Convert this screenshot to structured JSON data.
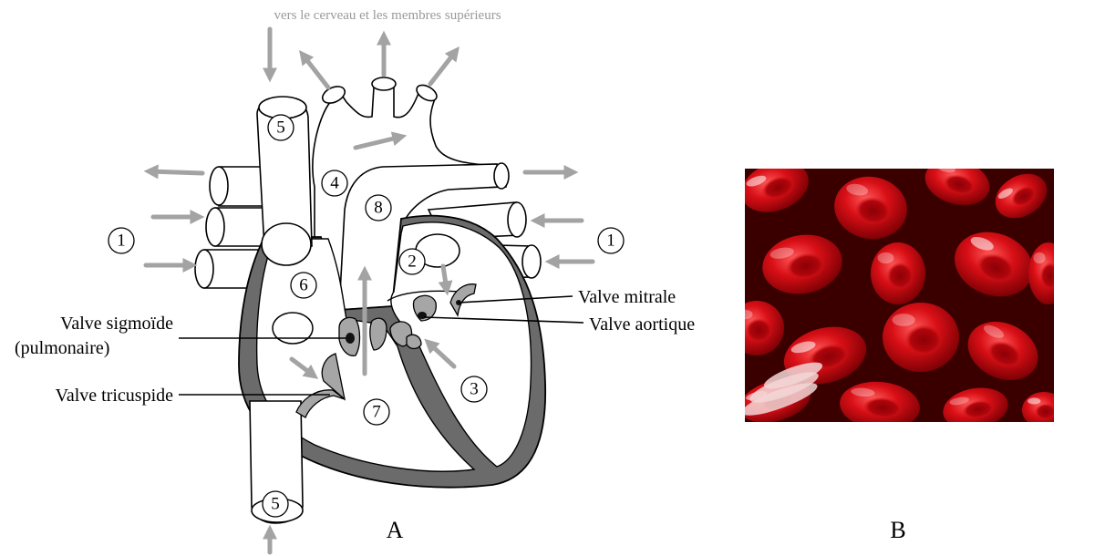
{
  "diagram": {
    "top_note": "vers le cerveau et les membres supérieurs",
    "numbers": {
      "n1_left": "1",
      "n1_right": "1",
      "n2": "2",
      "n3": "3",
      "n4": "4",
      "n5_top": "5",
      "n5_bottom": "5",
      "n6": "6",
      "n7": "7",
      "n8": "8"
    },
    "labels": {
      "valve_sigmoide_1": "Valve sigmoïde",
      "valve_sigmoide_2": "(pulmonaire)",
      "valve_tricuspide": "Valve tricuspide",
      "valve_mitrale": "Valve mitrale",
      "valve_aortique": "Valve aortique"
    },
    "panel_a": "A",
    "panel_b": "B"
  },
  "colors": {
    "outline": "#000000",
    "wall": "#666666",
    "valve": "#a6a6a6",
    "arrow": "#a3a3a3",
    "blood_dark": "#4a0000",
    "blood_cell": "#cc0a10"
  }
}
